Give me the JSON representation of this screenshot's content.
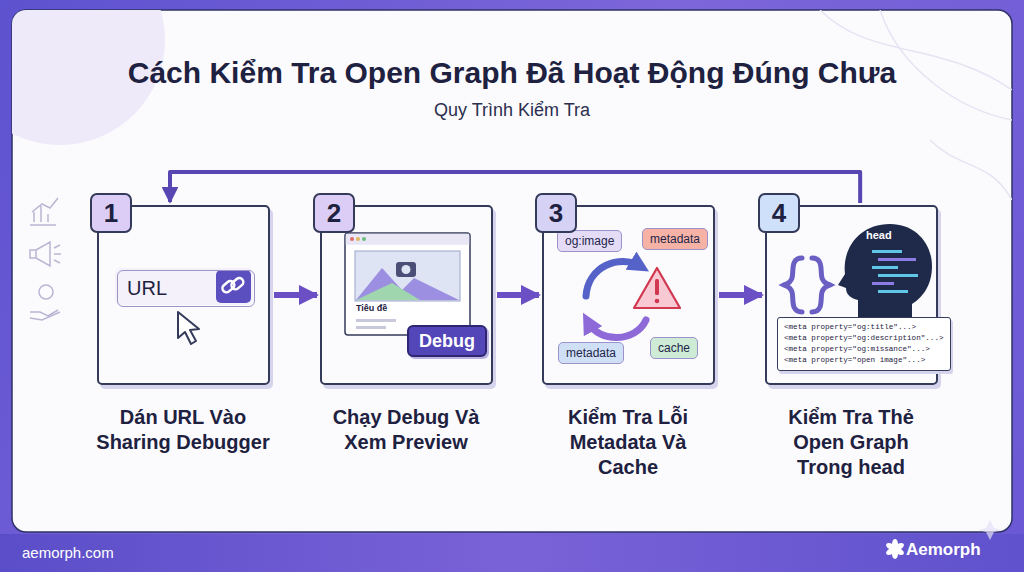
{
  "diagram": {
    "title": "Cách Kiểm Tra Open Graph Đã Hoạt Động Đúng Chưa",
    "nodes": [
      {
        "text": [
          "1",
          "Dán URL Vào Sharing Debugger"
        ]
      },
      {
        "text": [
          "URL"
        ],
        "in": 0
      },
      {
        "text": [
          "2",
          "Chạy Debug Và Xem Preview"
        ]
      },
      {
        "text": [
          "Debug"
        ],
        "in": 2
      },
      {
        "text": [
          "3",
          "Kiểm Tra Lỗi Metadata Và Cache"
        ]
      },
      {
        "text": [
          "og:image"
        ],
        "in": 4
      },
      {
        "text": [
          "metadata"
        ],
        "in": 4
      },
      {
        "text": [
          "metadata"
        ],
        "in": 4
      },
      {
        "text": [
          "cache"
        ],
        "in": 4
      },
      {
        "text": [
          "4",
          "Kiểm Tra Thẻ Open Graph Trong head"
        ]
      },
      {
        "text": [
          "<meta property=\"og:title\"...>",
          "<meta property=\"og:description\"...>",
          "<meta property=\"og:missance\"...>",
          "<meta property=\"open image\"...>"
        ],
        "in": 9
      }
    ],
    "edges": [
      {
        "from": 0,
        "to": 2,
        "arrow": "to"
      },
      {
        "from": 2,
        "to": 4,
        "arrow": "to"
      },
      {
        "from": 4,
        "to": 9,
        "arrow": "to"
      },
      {
        "from": 9,
        "to": 0,
        "arrow": "to"
      }
    ],
    "labels": [
      "Quy Trình Kiểm Tra",
      "Tiêu đề",
      "head",
      "aemorph.com",
      "Aemorph"
    ]
  }
}
